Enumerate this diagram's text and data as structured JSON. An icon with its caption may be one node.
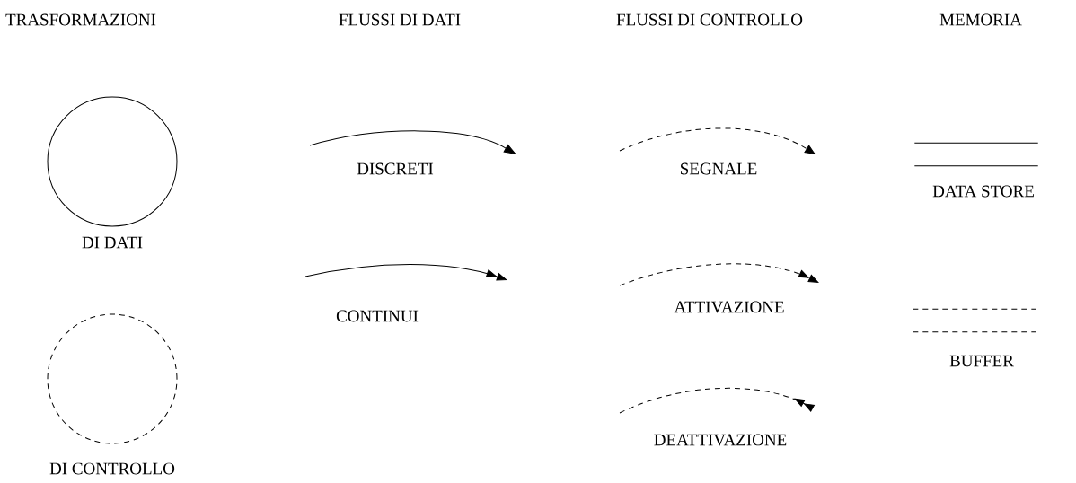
{
  "diagram": {
    "nodes": [
      {
        "text": [
          "DI DATI"
        ]
      },
      {
        "text": [
          "DI CONTROLLO"
        ]
      },
      {
        "text": [
          "DATA STORE"
        ]
      },
      {
        "text": [
          "BUFFER"
        ]
      }
    ],
    "labels": [
      "TRASFORMAZIONI",
      "FLUSSI DI DATI",
      "FLUSSI DI CONTROLLO",
      "MEMORIA",
      "DISCRETI",
      "SEGNALE",
      "CONTINUI",
      "ATTIVAZIONE",
      "DEATTIVAZIONE"
    ]
  }
}
